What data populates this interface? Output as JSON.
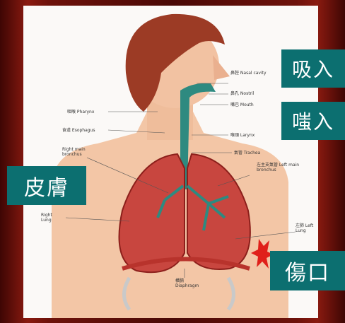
{
  "tags": {
    "inhale": "吸入",
    "snort": "嗤入",
    "skin": "皮膚",
    "wound": "傷口"
  },
  "labels": {
    "nasal_cavity": "鼻腔 Nasal cavity",
    "nose": "鼻孔 Nostril",
    "mouth": "嘴巴 Mouth",
    "pharynx": "咽喉 Pharynx",
    "esophagus": "食道 Esophagus",
    "larynx": "喉頭 Larynx",
    "trachea": "氣管 Trachea",
    "right_bronchus": "Right main bronchus",
    "left_bronchus": "左主支氣管 Left main bronchus",
    "right_lung": "Right Lung",
    "left_lung": "左肺 Left Lung",
    "diaphragm": "橫膈 Diaphragm"
  }
}
